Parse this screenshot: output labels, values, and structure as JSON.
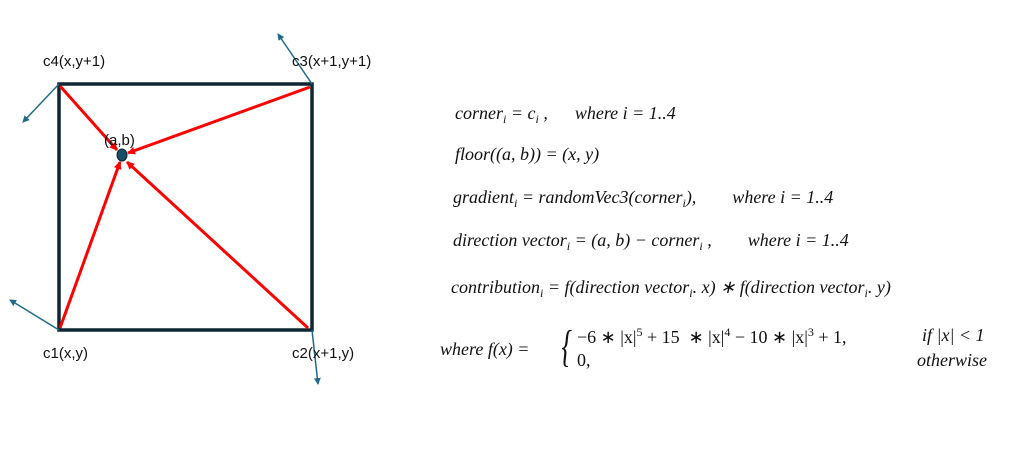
{
  "labels": {
    "c4": "c4(x,y+1)",
    "c3": "c3(x+1,y+1)",
    "c1": "c1(x,y)",
    "c2": "c2(x+1,y)",
    "point": "(a,b)"
  },
  "colors": {
    "square": "#0d2633",
    "vector": "#ff0000",
    "gradient": "#1f6a8a",
    "point": "#1a4d66"
  },
  "formulas": {
    "f1": {
      "a": "corner",
      "i": "i",
      "b": " = c",
      "c": " ,      where i = 1..4"
    },
    "f2": {
      "a": "floor((a, b)) = (x, y)"
    },
    "f3": {
      "a": "gradient",
      "i": "i",
      "b": " = randomVec3(corner",
      "c": "),        where i = 1..4"
    },
    "f4": {
      "a": "direction vector",
      "i": "i",
      "b": " = (a, b) − corner",
      "c": " ,        where i = 1..4"
    },
    "f5": {
      "a": "contribution",
      "i": "i",
      "b": " = f(direction vector",
      "c": ". x) ∗ f(direction vector",
      "d": ". y)"
    },
    "f6": {
      "lhs": "where f(x) = ",
      "r1a": "−6 ∗ |x|",
      "e5": "5",
      "r1b": " + 15  ∗ |x|",
      "e4": "4",
      "r1c": " − 10 ∗ |x|",
      "e3": "3",
      "r1d": " + 1,",
      "cond1": "if |x| < 1",
      "r2": "0,",
      "cond2": "otherwise"
    }
  }
}
